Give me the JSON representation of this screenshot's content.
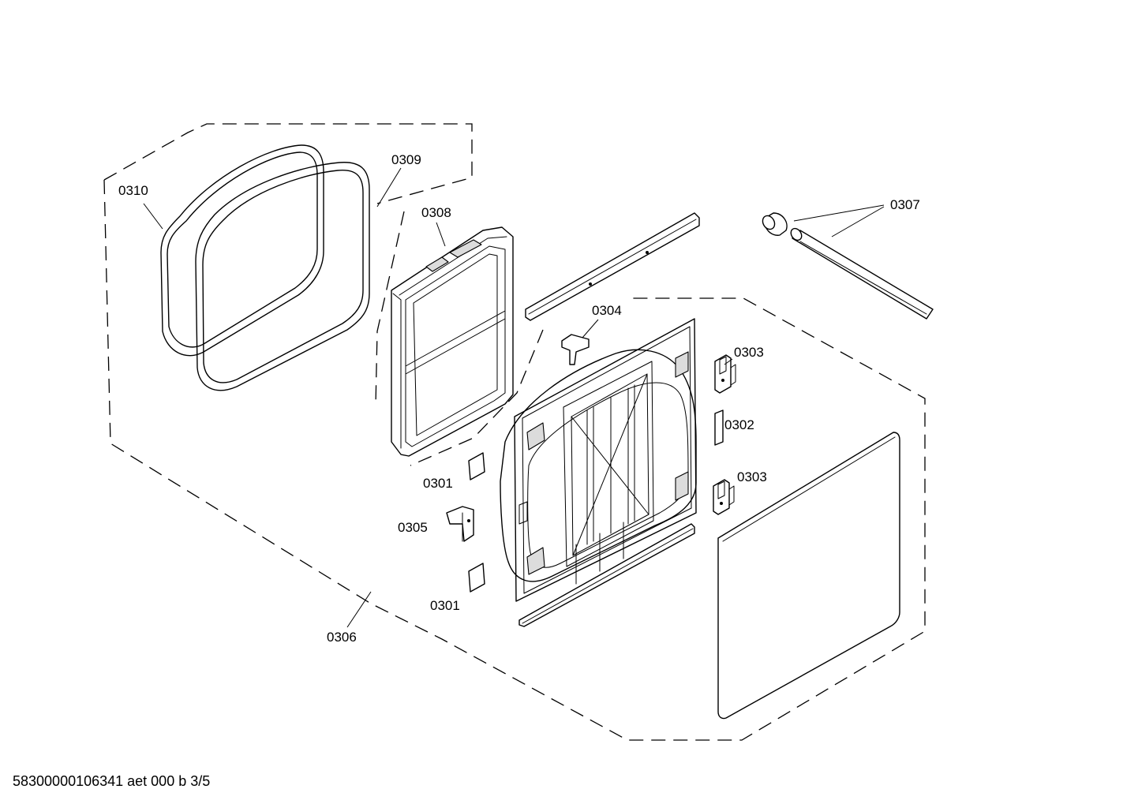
{
  "labels": {
    "p0310": "0310",
    "p0309": "0309",
    "p0308": "0308",
    "p0307": "0307",
    "p0304": "0304",
    "p0303a": "0303",
    "p0302": "0302",
    "p0303b": "0303",
    "p0301a": "0301",
    "p0305": "0305",
    "p0301b": "0301",
    "p0306": "0306"
  },
  "footer": "58300000106341 aet 000 b 3/5"
}
